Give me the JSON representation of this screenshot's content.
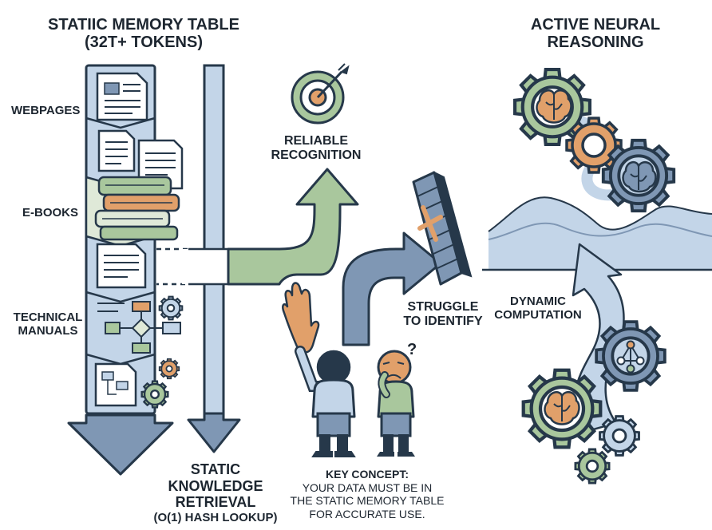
{
  "left": {
    "title_line1": "STATIIC MEMORY TABLE",
    "title_line2": "(32T+ TOKENS)",
    "labels": {
      "webpages": "WEBPAGES",
      "ebooks": "E-BOOKS",
      "technical_line1": "TECHNICAL",
      "technical_line2": "MANUALS"
    }
  },
  "bottom_left": {
    "line1": "STATIC",
    "line2": "KNOWLEDGE",
    "line3": "RETRIEVAL",
    "line4": "(O(1) HASH LOOKUP)"
  },
  "middle": {
    "reliable_line1": "RELIABLE",
    "reliable_line2": "RECOGNITION",
    "struggle_line1": "STRUGGLE",
    "struggle_line2": "TO IDENTIFY"
  },
  "key_concept": {
    "line1": "KEY CONCEPT:",
    "line2": "YOUR DATA MUST BE IN",
    "line3": "THE STATIC MEMORY TABLE",
    "line4": "FOR ACCURATE USE."
  },
  "right": {
    "title_line1": "ACTIVE NEURAL",
    "title_line2": "REASONING",
    "dynamic_line1": "DYNAMIC",
    "dynamic_line2": "COMPUTATION"
  },
  "icons": {
    "question_mark": "?"
  },
  "colors": {
    "dark_navy": "#26384a",
    "steel_blue": "#7f97b4",
    "light_blue": "#c3d5e8",
    "sage_green": "#a9c79d",
    "light_green": "#dfe9d8",
    "orange": "#e1a06a"
  }
}
